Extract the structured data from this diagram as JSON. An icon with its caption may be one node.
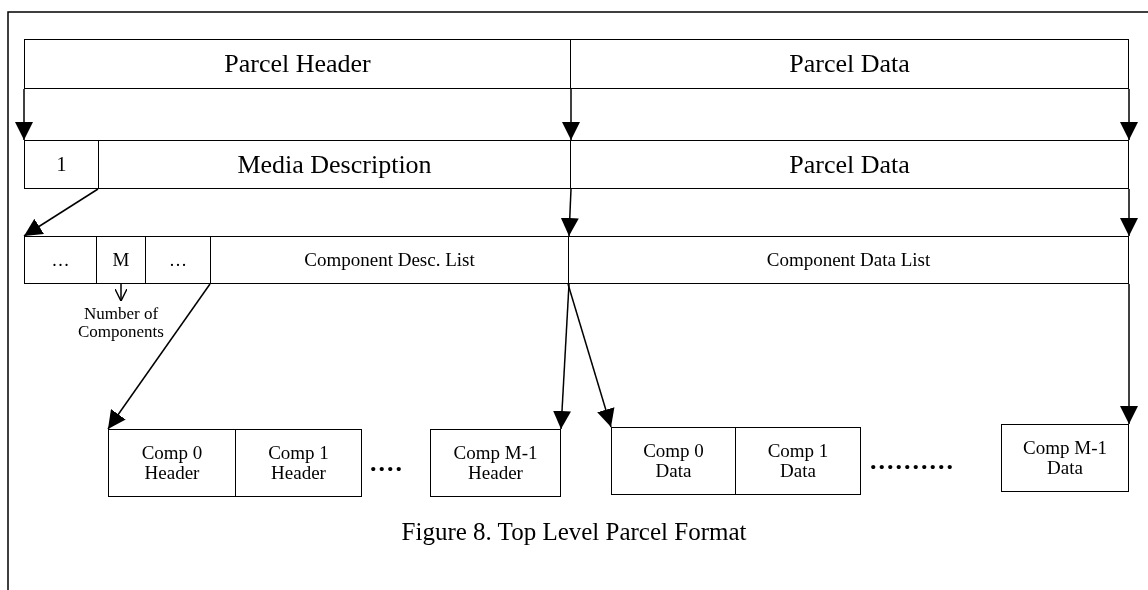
{
  "diagram": {
    "caption": "Figure 8. Top Level Parcel Format",
    "nodes": [
      {
        "text": [
          "Parcel Header"
        ]
      },
      {
        "text": [
          "Parcel Data"
        ]
      },
      {
        "text": [
          "1"
        ]
      },
      {
        "text": [
          "Media Description"
        ]
      },
      {
        "text": [
          "Parcel Data"
        ]
      },
      {
        "text": [
          "…"
        ]
      },
      {
        "text": [
          "M"
        ]
      },
      {
        "text": [
          "…"
        ]
      },
      {
        "text": [
          "Component Desc. List"
        ]
      },
      {
        "text": [
          "Component Data List"
        ]
      },
      {
        "text": [
          "Number of Components"
        ]
      },
      {
        "text": [
          "Comp 0 Header"
        ]
      },
      {
        "text": [
          "Comp 1 Header"
        ]
      },
      {
        "text": [
          "Comp M-1 Header"
        ]
      },
      {
        "text": [
          "Comp 0 Data"
        ]
      },
      {
        "text": [
          "Comp 1 Data"
        ]
      },
      {
        "text": [
          "Comp M-1 Data"
        ]
      }
    ],
    "edges": [
      {
        "from": 0,
        "to": 2,
        "arrow": "to"
      },
      {
        "from": 0,
        "to": 3,
        "arrow": "to"
      },
      {
        "from": 1,
        "to": 4,
        "arrow": "to"
      },
      {
        "from": 3,
        "to": 5,
        "arrow": "to"
      },
      {
        "from": 3,
        "to": 8,
        "arrow": "to"
      },
      {
        "from": 4,
        "to": 9,
        "arrow": "to"
      },
      {
        "from": 6,
        "to": 10,
        "arrow": "to"
      },
      {
        "from": 8,
        "to": 11,
        "arrow": "to"
      },
      {
        "from": 8,
        "to": 13,
        "arrow": "to"
      },
      {
        "from": 9,
        "to": 14,
        "arrow": "to"
      },
      {
        "from": 9,
        "to": 16,
        "arrow": "to"
      }
    ],
    "labels": [
      "....",
      ".........."
    ]
  }
}
